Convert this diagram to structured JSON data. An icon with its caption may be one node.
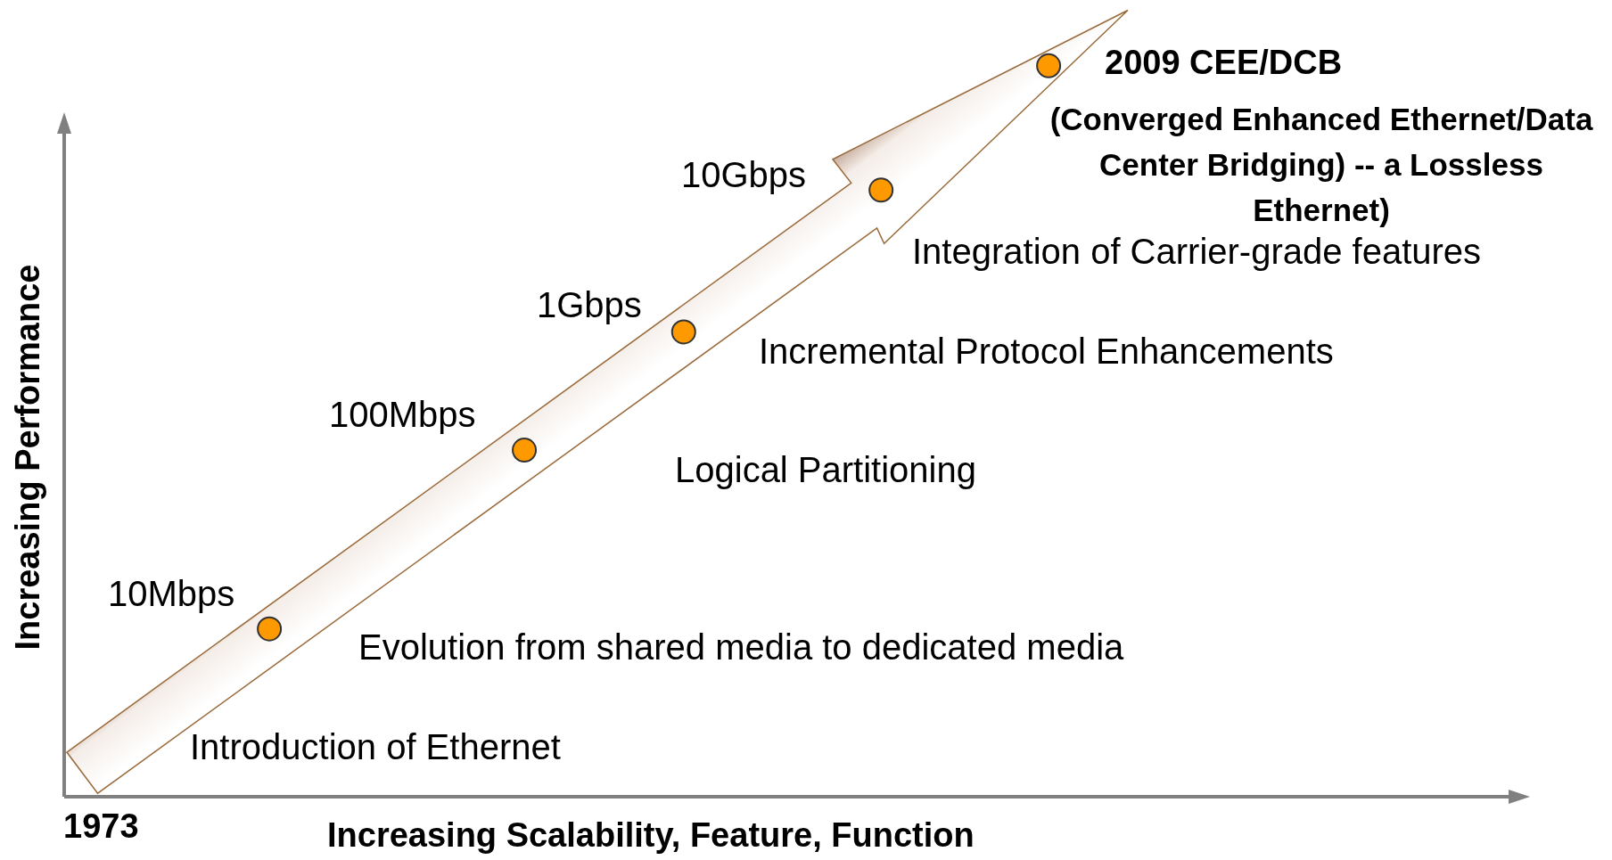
{
  "diagram": {
    "labels": [
      "2009 CEE/DCB",
      "(Converged Enhanced Ethernet/Data Center Bridging) -- a Lossless Ethernet)",
      "10Gbps",
      "Integration of Carrier-grade features",
      "Increasing Performance",
      "1Gbps",
      "Incremental Protocol Enhancements",
      "100Mbps",
      "Logical Partitioning",
      "10Mbps",
      "Evolution from shared media to dedicated media",
      "Introduction of Ethernet",
      "1973",
      "Increasing Scalability, Feature, Function"
    ]
  }
}
